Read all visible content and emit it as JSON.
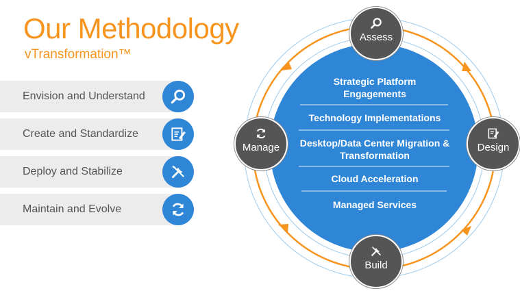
{
  "header": {
    "title": "Our Methodology",
    "subtitle": "vTransformation™"
  },
  "steps": [
    {
      "label": "Envision and Understand",
      "icon": "search-icon"
    },
    {
      "label": "Create and Standardize",
      "icon": "document-edit-icon"
    },
    {
      "label": "Deploy and Stabilize",
      "icon": "tools-icon"
    },
    {
      "label": "Maintain and Evolve",
      "icon": "refresh-icon"
    }
  ],
  "cycle": {
    "nodes": [
      {
        "label": "Assess",
        "icon": "search-icon"
      },
      {
        "label": "Design",
        "icon": "document-edit-icon"
      },
      {
        "label": "Build",
        "icon": "tools-icon"
      },
      {
        "label": "Manage",
        "icon": "refresh-icon"
      }
    ],
    "services": [
      "Strategic Platform Engagements",
      "Technology Implementations",
      "Desktop/Data Center Migration & Transformation",
      "Cloud Acceleration",
      "Managed Services"
    ]
  },
  "colors": {
    "accent": "#f7941d",
    "blue": "#2f86d6",
    "node": "#555555",
    "step_bg": "#ececec"
  }
}
